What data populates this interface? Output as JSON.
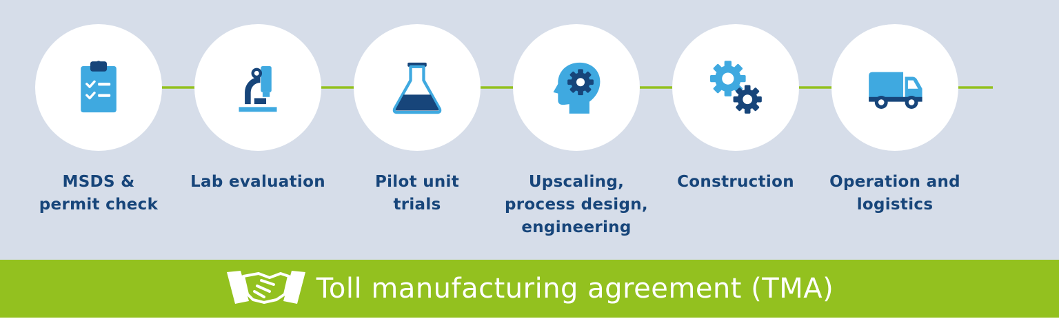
{
  "steps": [
    {
      "label_lines": [
        "MSDS &",
        "permit check"
      ],
      "icon": "clipboard-checklist-icon"
    },
    {
      "label_lines": [
        "Lab evaluation"
      ],
      "icon": "microscope-icon"
    },
    {
      "label_lines": [
        "Pilot unit",
        "trials"
      ],
      "icon": "flask-icon"
    },
    {
      "label_lines": [
        "Upscaling,",
        "process design,",
        "engineering"
      ],
      "icon": "head-gear-icon"
    },
    {
      "label_lines": [
        "Construction"
      ],
      "icon": "gears-icon"
    },
    {
      "label_lines": [
        "Operation and",
        "logistics"
      ],
      "icon": "van-icon"
    }
  ],
  "banner": {
    "title": "Toll manufacturing agreement (TMA)",
    "icon": "handshake-icon"
  },
  "colors": {
    "panel": "#d6dde9",
    "green": "#93c11f",
    "navy": "#17457a",
    "sky": "#3fa9e0",
    "white": "#ffffff"
  }
}
